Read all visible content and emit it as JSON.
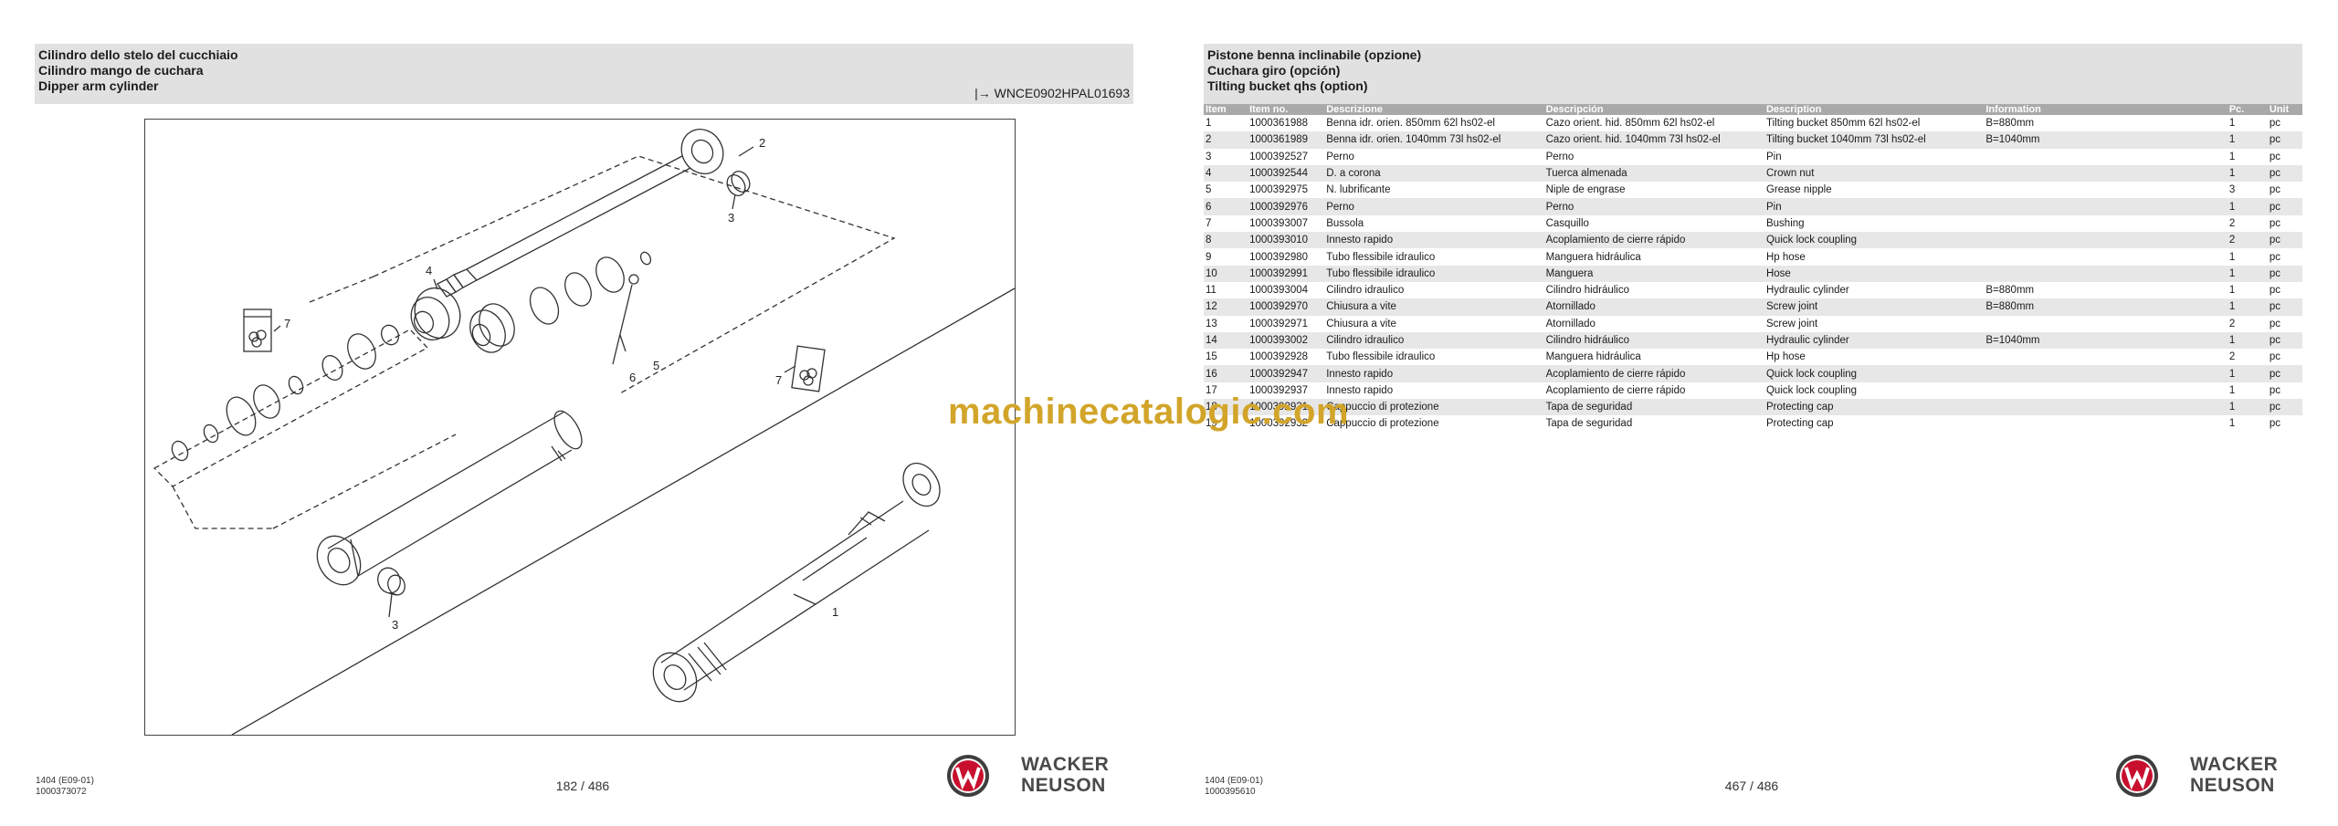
{
  "left_page": {
    "titles": [
      "Cilindro dello stelo del cucchiaio",
      "Cilindro mango de cuchara",
      "Dipper arm cylinder"
    ],
    "drawing_ref": "|→ WNCE0902HPAL01693",
    "callouts": [
      "2",
      "3",
      "4",
      "7",
      "7",
      "5",
      "6",
      "3",
      "1"
    ],
    "footer_code_line1": "1404 (E09-01)",
    "footer_code_line2": "1000373072",
    "page_number": "182 / 486",
    "brand_line1": "WACKER",
    "brand_line2": "NEUSON"
  },
  "right_page": {
    "titles": [
      "Pistone benna inclinabile (opzione)",
      "Cuchara giro (opción)",
      "Tilting bucket qhs (option)"
    ],
    "columns": [
      "Item",
      "Item no.",
      "Descrizione",
      "Descripción",
      "Description",
      "Information",
      "Pc.",
      "Unit"
    ],
    "rows": [
      [
        "1",
        "1000361988",
        "Benna idr. orien. 850mm 62l hs02-el",
        "Cazo orient. hid. 850mm 62l hs02-el",
        "Tilting bucket 850mm 62l hs02-el",
        "B=880mm",
        "1",
        "pc"
      ],
      [
        "2",
        "1000361989",
        "Benna idr. orien. 1040mm 73l hs02-el",
        "Cazo orient. hid. 1040mm 73l hs02-el",
        "Tilting bucket 1040mm 73l hs02-el",
        "B=1040mm",
        "1",
        "pc"
      ],
      [
        "3",
        "1000392527",
        "Perno",
        "Perno",
        "Pin",
        "",
        "1",
        "pc"
      ],
      [
        "4",
        "1000392544",
        "D. a corona",
        "Tuerca almenada",
        "Crown nut",
        "",
        "1",
        "pc"
      ],
      [
        "5",
        "1000392975",
        "N. lubrificante",
        "Niple de engrase",
        "Grease nipple",
        "",
        "3",
        "pc"
      ],
      [
        "6",
        "1000392976",
        "Perno",
        "Perno",
        "Pin",
        "",
        "1",
        "pc"
      ],
      [
        "7",
        "1000393007",
        "Bussola",
        "Casquillo",
        "Bushing",
        "",
        "2",
        "pc"
      ],
      [
        "8",
        "1000393010",
        "Innesto rapido",
        "Acoplamiento de cierre rápido",
        "Quick lock coupling",
        "",
        "2",
        "pc"
      ],
      [
        "9",
        "1000392980",
        "Tubo flessibile idraulico",
        "Manguera hidráulica",
        "Hp hose",
        "",
        "1",
        "pc"
      ],
      [
        "10",
        "1000392991",
        "Tubo flessibile idraulico",
        "Manguera",
        "Hose",
        "",
        "1",
        "pc"
      ],
      [
        "11",
        "1000393004",
        "Cilindro idraulico",
        "Cilindro hidráulico",
        "Hydraulic cylinder",
        "B=880mm",
        "1",
        "pc"
      ],
      [
        "12",
        "1000392970",
        "Chiusura a vite",
        "Atornillado",
        "Screw joint",
        "B=880mm",
        "1",
        "pc"
      ],
      [
        "13",
        "1000392971",
        "Chiusura a vite",
        "Atornillado",
        "Screw joint",
        "",
        "2",
        "pc"
      ],
      [
        "14",
        "1000393002",
        "Cilindro idraulico",
        "Cilindro hidráulico",
        "Hydraulic cylinder",
        "B=1040mm",
        "1",
        "pc"
      ],
      [
        "15",
        "1000392928",
        "Tubo flessibile idraulico",
        "Manguera hidráulica",
        "Hp hose",
        "",
        "2",
        "pc"
      ],
      [
        "16",
        "1000392947",
        "Innesto rapido",
        "Acoplamiento de cierre rápido",
        "Quick lock coupling",
        "",
        "1",
        "pc"
      ],
      [
        "17",
        "1000392937",
        "Innesto rapido",
        "Acoplamiento de cierre rápido",
        "Quick lock coupling",
        "",
        "1",
        "pc"
      ],
      [
        "18",
        "1000392931",
        "Cappuccio di protezione",
        "Tapa de seguridad",
        "Protecting cap",
        "",
        "1",
        "pc"
      ],
      [
        "19",
        "1000392932",
        "Cappuccio di protezione",
        "Tapa de seguridad",
        "Protecting cap",
        "",
        "1",
        "pc"
      ]
    ],
    "footer_code_line1": "1404 (E09-01)",
    "footer_code_line2": "1000395610",
    "page_number": "467 / 486",
    "brand_line1": "WACKER",
    "brand_line2": "NEUSON"
  },
  "watermark": "machinecatalogic.com",
  "colors": {
    "header_band": "#e1e1e1",
    "table_header": "#a9a9a9",
    "row_stripe": "#e7e7e7",
    "watermark": "#d2a52a",
    "logo_red": "#c8102e"
  }
}
